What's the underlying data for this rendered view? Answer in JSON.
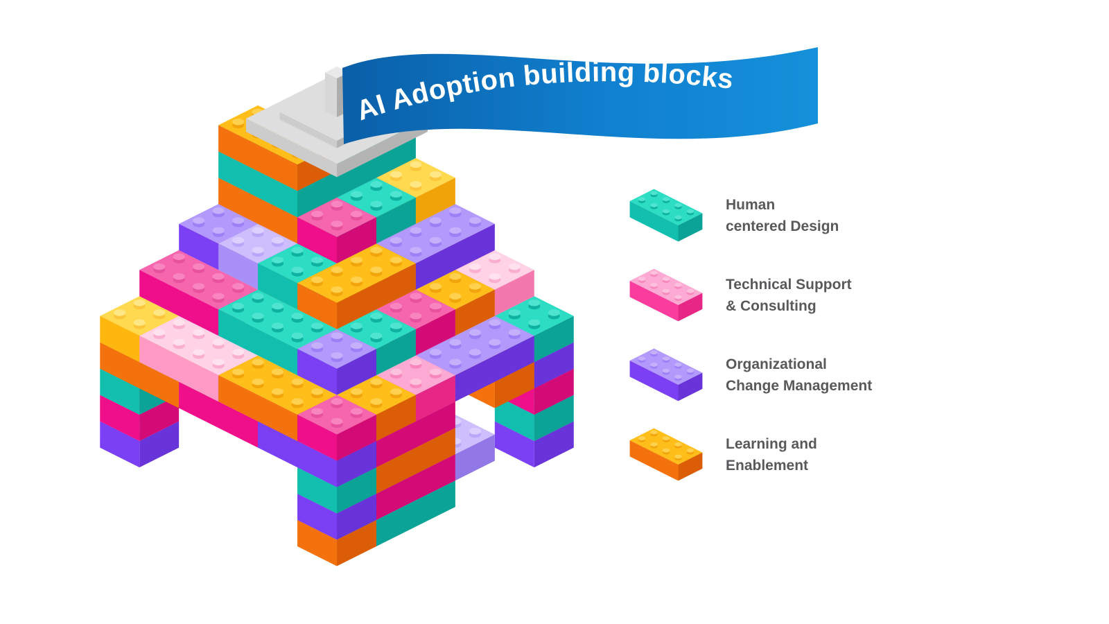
{
  "banner": {
    "title": "AI Adoption building blocks",
    "gradient_start": "#0a5fa8",
    "gradient_mid": "#1080cf",
    "gradient_end": "#1690da",
    "text_color": "#ffffff"
  },
  "legend": {
    "text_color": "#58595b",
    "items": [
      {
        "id": "human-centered-design",
        "lines": [
          "Human",
          "centered Design"
        ],
        "color": "T"
      },
      {
        "id": "technical-support-consulting",
        "lines": [
          "Technical Support",
          "& Consulting"
        ],
        "color": "P"
      },
      {
        "id": "organizational-change-management",
        "lines": [
          "Organizational",
          "Change Management"
        ],
        "color": "U"
      },
      {
        "id": "learning-and-enablement",
        "lines": [
          "Learning and",
          "Enablement"
        ],
        "color": "O"
      }
    ]
  },
  "palette": {
    "T": {
      "t": "#2cdcc3",
      "l": "#12bfae",
      "r": "#0aa396",
      "st": "#4fe4cf",
      "ss": "#0fb2a0"
    },
    "P": {
      "t": "#fcaad3",
      "l": "#fa3d9d",
      "r": "#e62786",
      "st": "#fdc1de",
      "ss": "#f787bd"
    },
    "M": {
      "t": "#f566af",
      "l": "#f00f8b",
      "r": "#d30b77",
      "st": "#f885bf",
      "ss": "#e8519e"
    },
    "K": {
      "t": "#ffd2e5",
      "l": "#ff9ac7",
      "r": "#f378ae",
      "st": "#ffe2ee",
      "ss": "#fbafd0"
    },
    "U": {
      "t": "#b299fb",
      "l": "#7b40f4",
      "r": "#6933da",
      "st": "#c5b0fc",
      "ss": "#9d80f5"
    },
    "L": {
      "t": "#cfbefd",
      "l": "#a98ff8",
      "r": "#9278e7",
      "st": "#ddd0fe",
      "ss": "#bca6fa"
    },
    "O": {
      "t": "#ffbe19",
      "l": "#f4720d",
      "r": "#db5e06",
      "st": "#ffd14f",
      "ss": "#f2a40c"
    },
    "Y": {
      "t": "#ffd94f",
      "l": "#ffb60f",
      "r": "#efa309",
      "st": "#ffe785",
      "ss": "#fbc63b"
    },
    "PL": {
      "t": "#dedede",
      "l": "#cccccc",
      "r": "#b4b4b4",
      "st": "#e8e8e8",
      "ss": "#c0c0c0"
    }
  },
  "house": {
    "pole": {
      "top": "#e9e9e9",
      "left": "#d7d7d7",
      "right": "#adadad"
    },
    "bricks": [
      [
        0,
        10,
        0,
        2,
        2,
        "U"
      ],
      [
        10,
        0,
        0,
        2,
        2,
        "U"
      ],
      [
        10,
        6,
        0,
        2,
        4,
        "T"
      ],
      [
        10,
        10,
        0,
        2,
        2,
        "O"
      ],
      [
        0,
        10,
        1,
        2,
        2,
        "M"
      ],
      [
        10,
        0,
        1,
        2,
        2,
        "T"
      ],
      [
        10,
        4,
        1,
        2,
        2,
        "L"
      ],
      [
        10,
        6,
        1,
        2,
        4,
        "M"
      ],
      [
        10,
        10,
        1,
        2,
        2,
        "U"
      ],
      [
        0,
        10,
        2,
        2,
        2,
        "T"
      ],
      [
        10,
        0,
        2,
        2,
        2,
        "M"
      ],
      [
        10,
        6,
        2,
        2,
        4,
        "O"
      ],
      [
        10,
        10,
        2,
        2,
        2,
        "T"
      ],
      [
        0,
        10,
        3,
        4,
        2,
        "O"
      ],
      [
        4,
        10,
        3,
        4,
        2,
        "M"
      ],
      [
        10,
        0,
        3,
        2,
        2,
        "U"
      ],
      [
        10,
        2,
        3,
        2,
        2,
        "O"
      ],
      [
        10,
        6,
        3,
        2,
        4,
        "M"
      ],
      [
        8,
        10,
        3,
        4,
        2,
        "U"
      ],
      [
        0,
        10,
        4,
        2,
        2,
        "Y"
      ],
      [
        2,
        10,
        4,
        4,
        2,
        "K"
      ],
      [
        6,
        10,
        4,
        4,
        2,
        "O"
      ],
      [
        10,
        0,
        4,
        2,
        2,
        "T"
      ],
      [
        10,
        2,
        4,
        2,
        4,
        "U"
      ],
      [
        10,
        6,
        4,
        2,
        2,
        "P"
      ],
      [
        10,
        8,
        4,
        2,
        2,
        "O"
      ],
      [
        10,
        10,
        4,
        2,
        2,
        "M"
      ],
      [
        0,
        0,
        5,
        4,
        2,
        "O"
      ],
      [
        4,
        0,
        5,
        4,
        2,
        "M"
      ],
      [
        8,
        0,
        5,
        2,
        2,
        "K"
      ],
      [
        0,
        2,
        5,
        4,
        2,
        "T"
      ],
      [
        4,
        2,
        5,
        4,
        2,
        "L"
      ],
      [
        8,
        2,
        5,
        2,
        2,
        "O"
      ],
      [
        0,
        4,
        5,
        4,
        2,
        "U"
      ],
      [
        4,
        4,
        5,
        4,
        2,
        "Y"
      ],
      [
        8,
        4,
        5,
        2,
        2,
        "M"
      ],
      [
        0,
        6,
        5,
        4,
        2,
        "K"
      ],
      [
        4,
        6,
        5,
        4,
        2,
        "O"
      ],
      [
        8,
        6,
        5,
        2,
        2,
        "T"
      ],
      [
        0,
        8,
        5,
        4,
        2,
        "M"
      ],
      [
        4,
        8,
        5,
        4,
        2,
        "T"
      ],
      [
        8,
        8,
        5,
        2,
        2,
        "U"
      ],
      [
        0,
        0,
        6,
        2,
        4,
        "Y"
      ],
      [
        0,
        4,
        6,
        2,
        4,
        "U"
      ],
      [
        2,
        0,
        6,
        2,
        4,
        "M"
      ],
      [
        2,
        4,
        6,
        2,
        4,
        "L"
      ],
      [
        4,
        0,
        6,
        2,
        4,
        "K"
      ],
      [
        4,
        4,
        6,
        2,
        4,
        "T"
      ],
      [
        6,
        0,
        6,
        2,
        4,
        "U"
      ],
      [
        6,
        4,
        6,
        2,
        4,
        "O"
      ],
      [
        0,
        0,
        7,
        4,
        2,
        "P"
      ],
      [
        4,
        0,
        7,
        2,
        2,
        "Y"
      ],
      [
        0,
        2,
        7,
        4,
        2,
        "U"
      ],
      [
        4,
        2,
        7,
        2,
        2,
        "T"
      ],
      [
        0,
        4,
        7,
        4,
        2,
        "O"
      ],
      [
        4,
        4,
        7,
        2,
        2,
        "M"
      ],
      [
        0,
        0,
        8,
        2,
        4,
        "M"
      ],
      [
        2,
        0,
        8,
        2,
        4,
        "T"
      ],
      [
        0,
        4,
        8,
        4,
        2,
        "T"
      ],
      [
        0,
        4,
        9,
        4,
        2,
        "O"
      ],
      [
        -0.3,
        -0.3,
        9,
        4.6,
        4.6,
        "PL",
        {
          "h": 0.5,
          "studs": false
        }
      ],
      [
        0.6,
        0.6,
        9.5,
        2.9,
        2.9,
        "PL",
        {
          "h": 0.28,
          "studs": false
        }
      ]
    ]
  }
}
